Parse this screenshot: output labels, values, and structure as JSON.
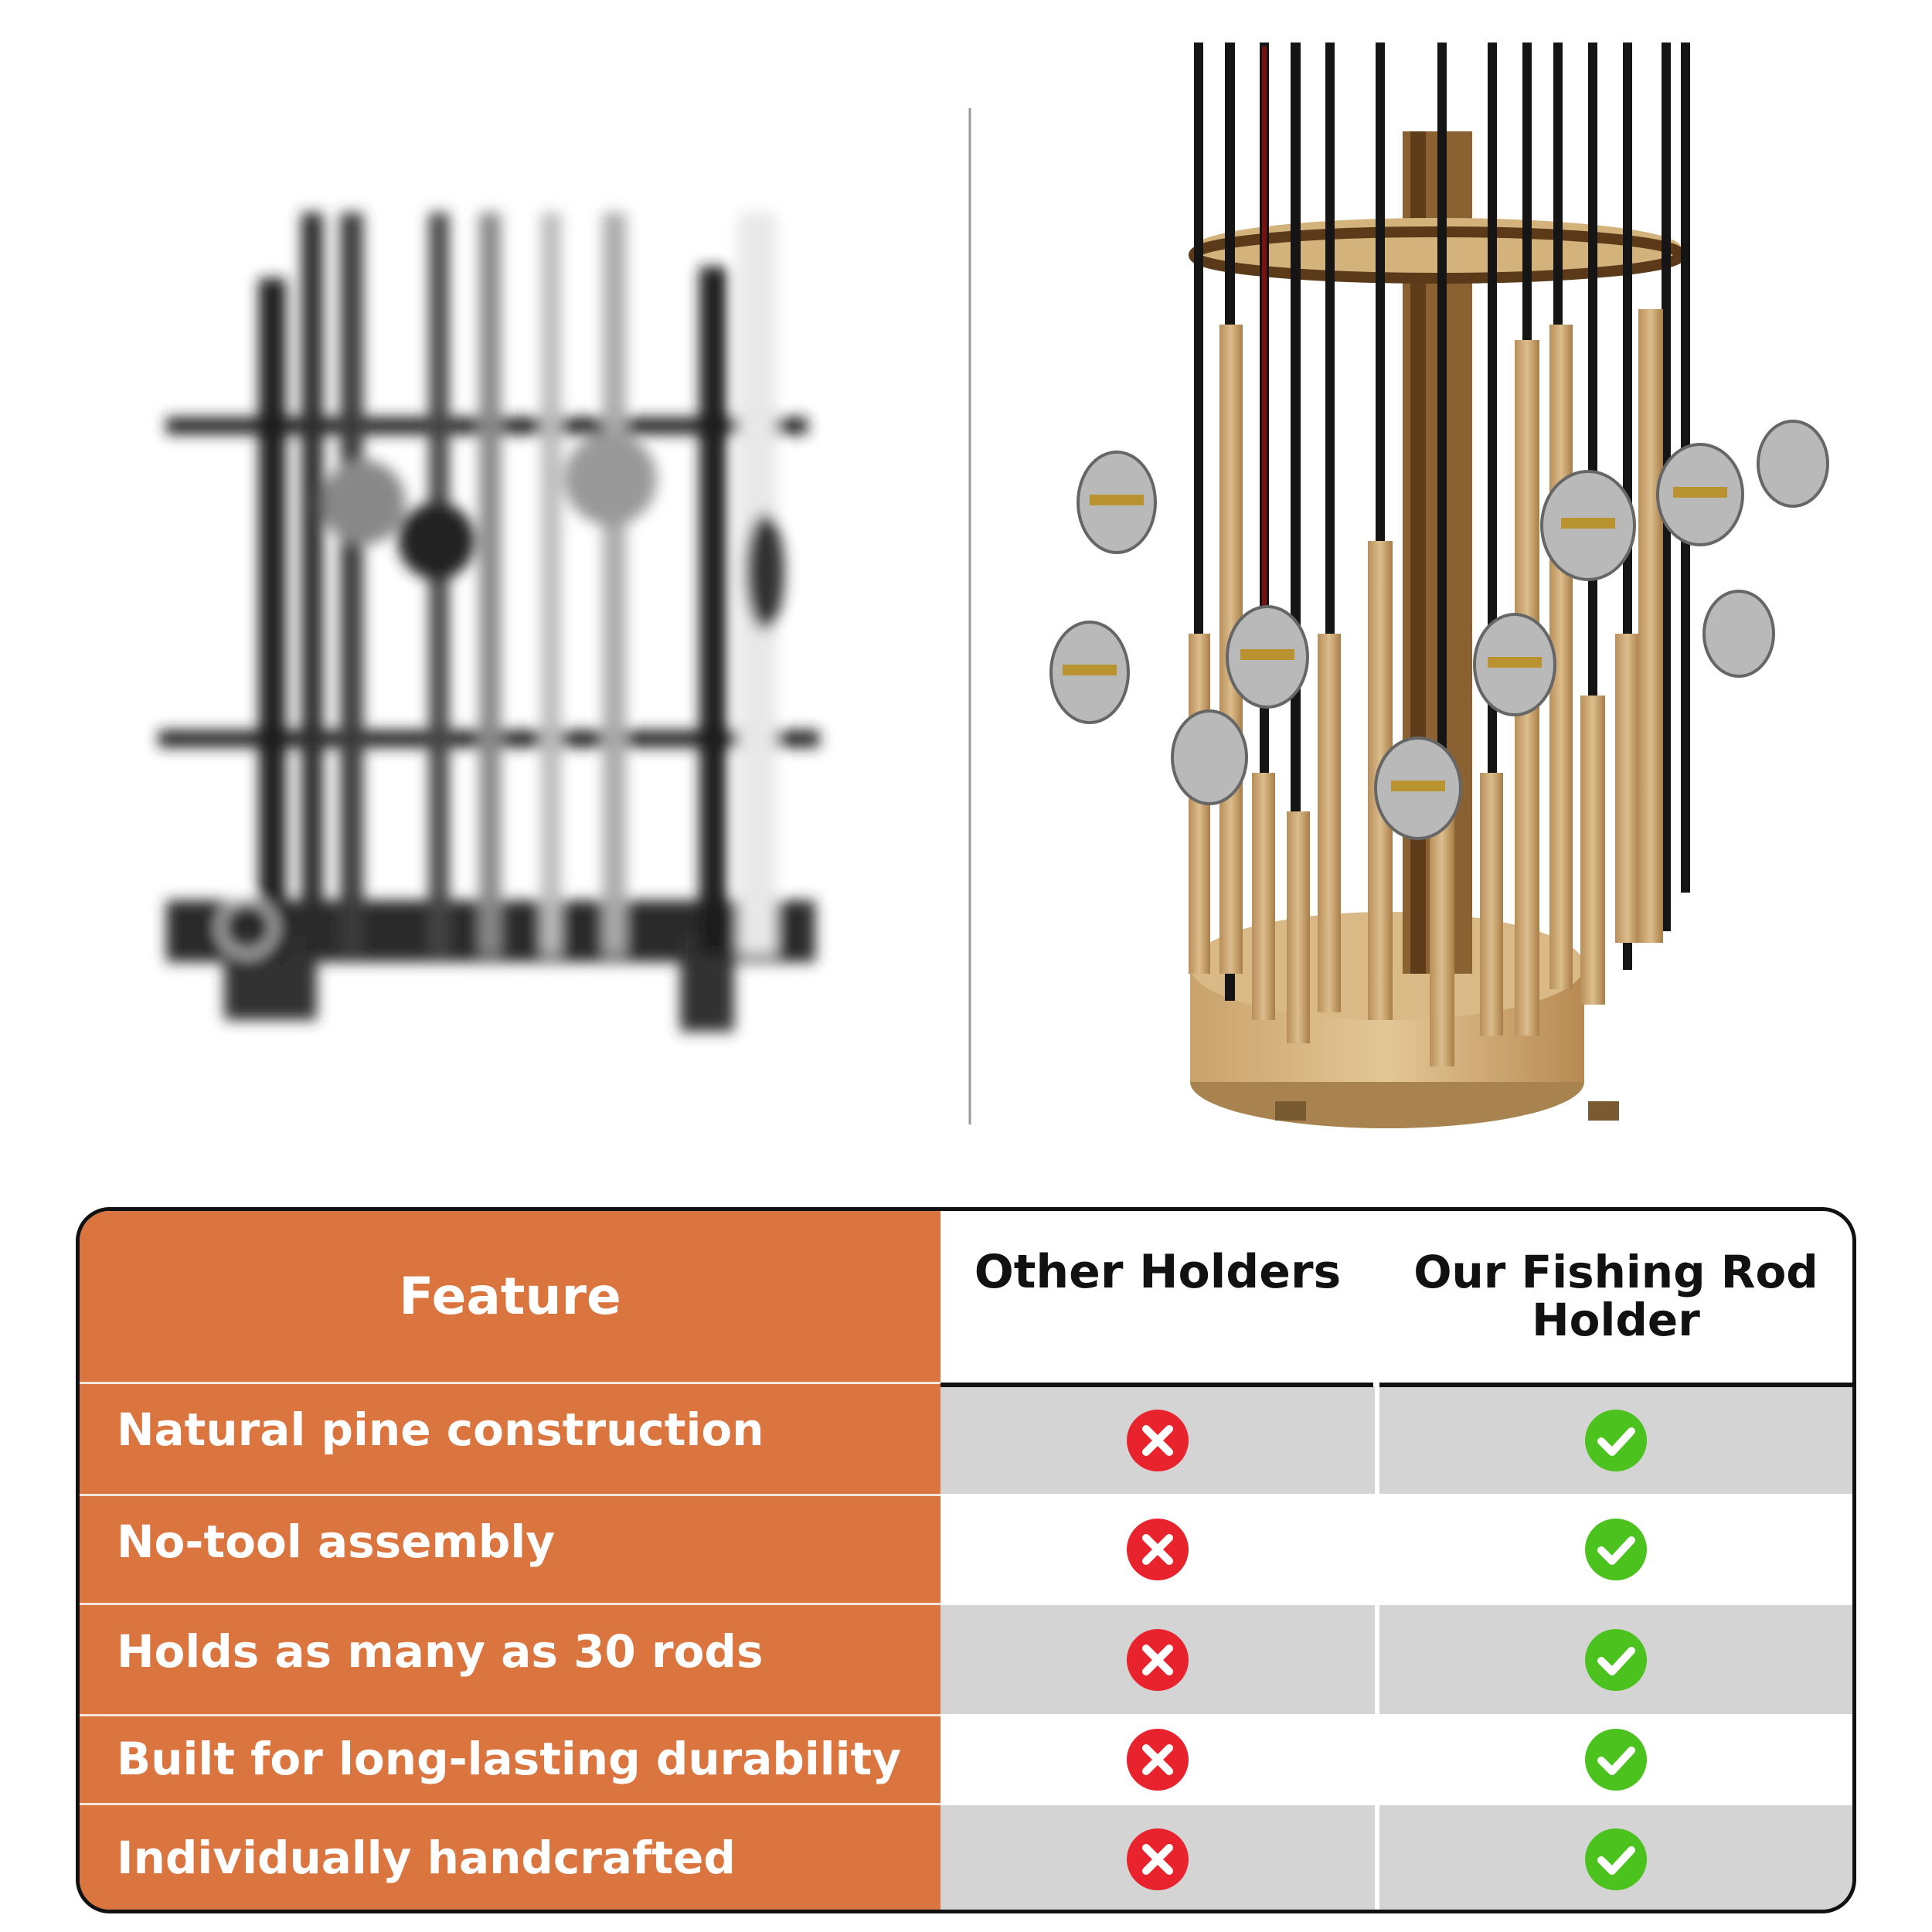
{
  "table": {
    "headers": {
      "feature": "Feature",
      "other": "Other Holders",
      "ours": "Our Fishing Rod Holder"
    },
    "rows": [
      {
        "feature": "Natural pine construction",
        "other": "no",
        "ours": "yes"
      },
      {
        "feature": "No-tool assembly",
        "other": "no",
        "ours": "yes"
      },
      {
        "feature": "Holds as many as 30 rods",
        "other": "no",
        "ours": "yes"
      },
      {
        "feature": "Built for long-lasting durability",
        "other": "no",
        "ours": "yes"
      },
      {
        "feature": "Individually handcrafted",
        "other": "no",
        "ours": "yes"
      }
    ],
    "icons": {
      "no": "x-circle-icon",
      "yes": "check-circle-icon"
    }
  },
  "colors": {
    "feature_bg": "#DB7540",
    "no_mark": "#E8232E",
    "yes_mark": "#4CC21E",
    "shaded_cell": "#D4D4D4"
  }
}
